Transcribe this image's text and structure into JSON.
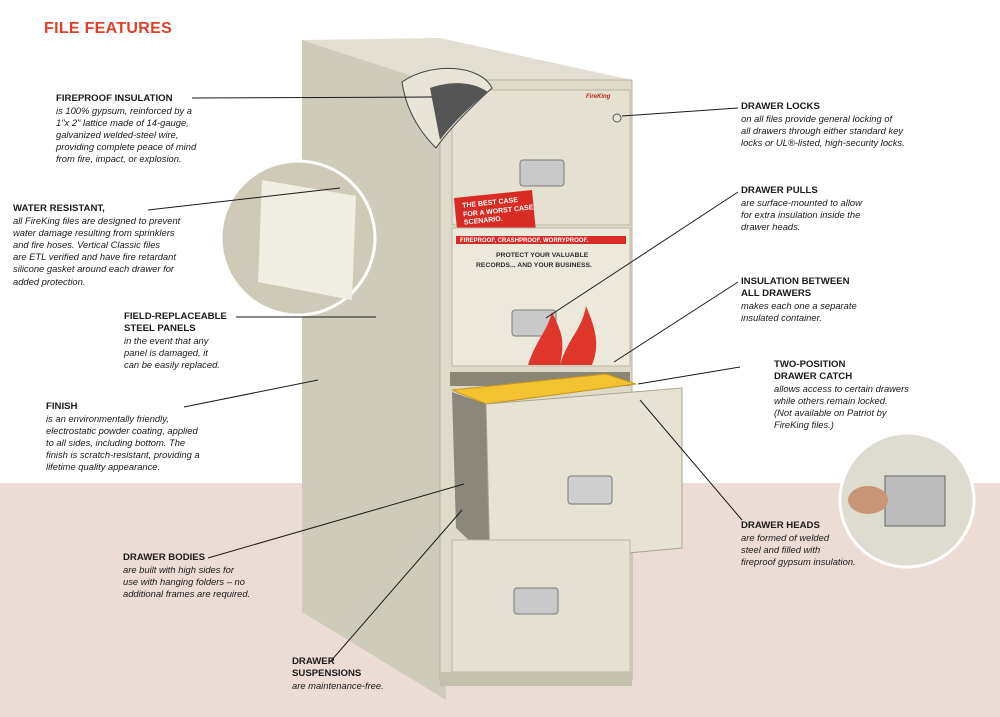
{
  "page": {
    "title": "FILE FEATURES"
  },
  "cabinet": {
    "brand_mark": "FireKing",
    "banner": [
      "THE BEST CASE",
      "FOR A WORST CASE",
      "SCENARIO."
    ],
    "tagline": "FIREPROOF, CRASHPROOF, WORRYPROOF.",
    "subline": [
      "PROTECT YOUR VALUABLE",
      "RECORDS... AND YOUR BUSINESS."
    ]
  },
  "callouts": [
    {
      "id": "fireproof-insulation",
      "title": [
        "FIREPROOF INSULATION"
      ],
      "body": [
        "is 100% gypsum, reinforced by a",
        "1\"x 2\" lattice made of 14-gauge,",
        "galvanized welded-steel wire,",
        "providing complete peace of mind",
        "from fire, impact, or explosion."
      ]
    },
    {
      "id": "water-resistant",
      "title": [
        "WATER RESISTANT,"
      ],
      "body": [
        "all FireKing files are designed to prevent",
        "water damage resulting from sprinklers",
        "and fire hoses. Vertical Classic files",
        "are ETL verified and have fire retardant",
        "silicone gasket around each drawer for",
        "added protection."
      ]
    },
    {
      "id": "field-replaceable",
      "title": [
        "FIELD-REPLACEABLE",
        "STEEL PANELS"
      ],
      "body": [
        "in the event that any",
        "panel is damaged, it",
        "can be easily replaced."
      ]
    },
    {
      "id": "finish",
      "title": [
        "FINISH"
      ],
      "body": [
        "is an environmentally friendly,",
        "electrostatic powder coating, applied",
        "to all sides, including bottom. The",
        "finish is scratch-resistant, providing a",
        "lifetime quality appearance."
      ]
    },
    {
      "id": "drawer-bodies",
      "title": [
        "DRAWER BODIES"
      ],
      "body": [
        "are built with high sides for",
        "use with hanging folders – no",
        "additional frames are required."
      ]
    },
    {
      "id": "drawer-suspensions",
      "title": [
        "DRAWER",
        "SUSPENSIONS"
      ],
      "body": [
        "are maintenance-free."
      ]
    },
    {
      "id": "drawer-locks",
      "title": [
        "DRAWER LOCKS"
      ],
      "body": [
        "on all files provide general locking of",
        "all drawers through either standard key",
        "locks or UL®-listed, high-security locks."
      ]
    },
    {
      "id": "drawer-pulls",
      "title": [
        "DRAWER PULLS"
      ],
      "body": [
        "are surface-mounted to allow",
        "for extra insulation inside the",
        "drawer heads."
      ]
    },
    {
      "id": "insulation-between",
      "title": [
        "INSULATION BETWEEN",
        "ALL DRAWERS"
      ],
      "body": [
        "makes each one a separate",
        "insulated container."
      ]
    },
    {
      "id": "two-position-catch",
      "title": [
        "TWO-POSITION",
        "DRAWER CATCH"
      ],
      "body": [
        "allows access to certain drawers",
        "while others remain locked.",
        "(Not available on Patriot by",
        "FireKing files.)"
      ]
    },
    {
      "id": "drawer-heads",
      "title": [
        "DRAWER HEADS"
      ],
      "body": [
        "are formed of welded",
        "steel and filled with",
        "fireproof gypsum insulation."
      ]
    }
  ],
  "colors": {
    "accent": "#e0402a",
    "cabinet": "#dcd8c8",
    "floor": "#ecdcd6",
    "folders": "#f2c230"
  }
}
